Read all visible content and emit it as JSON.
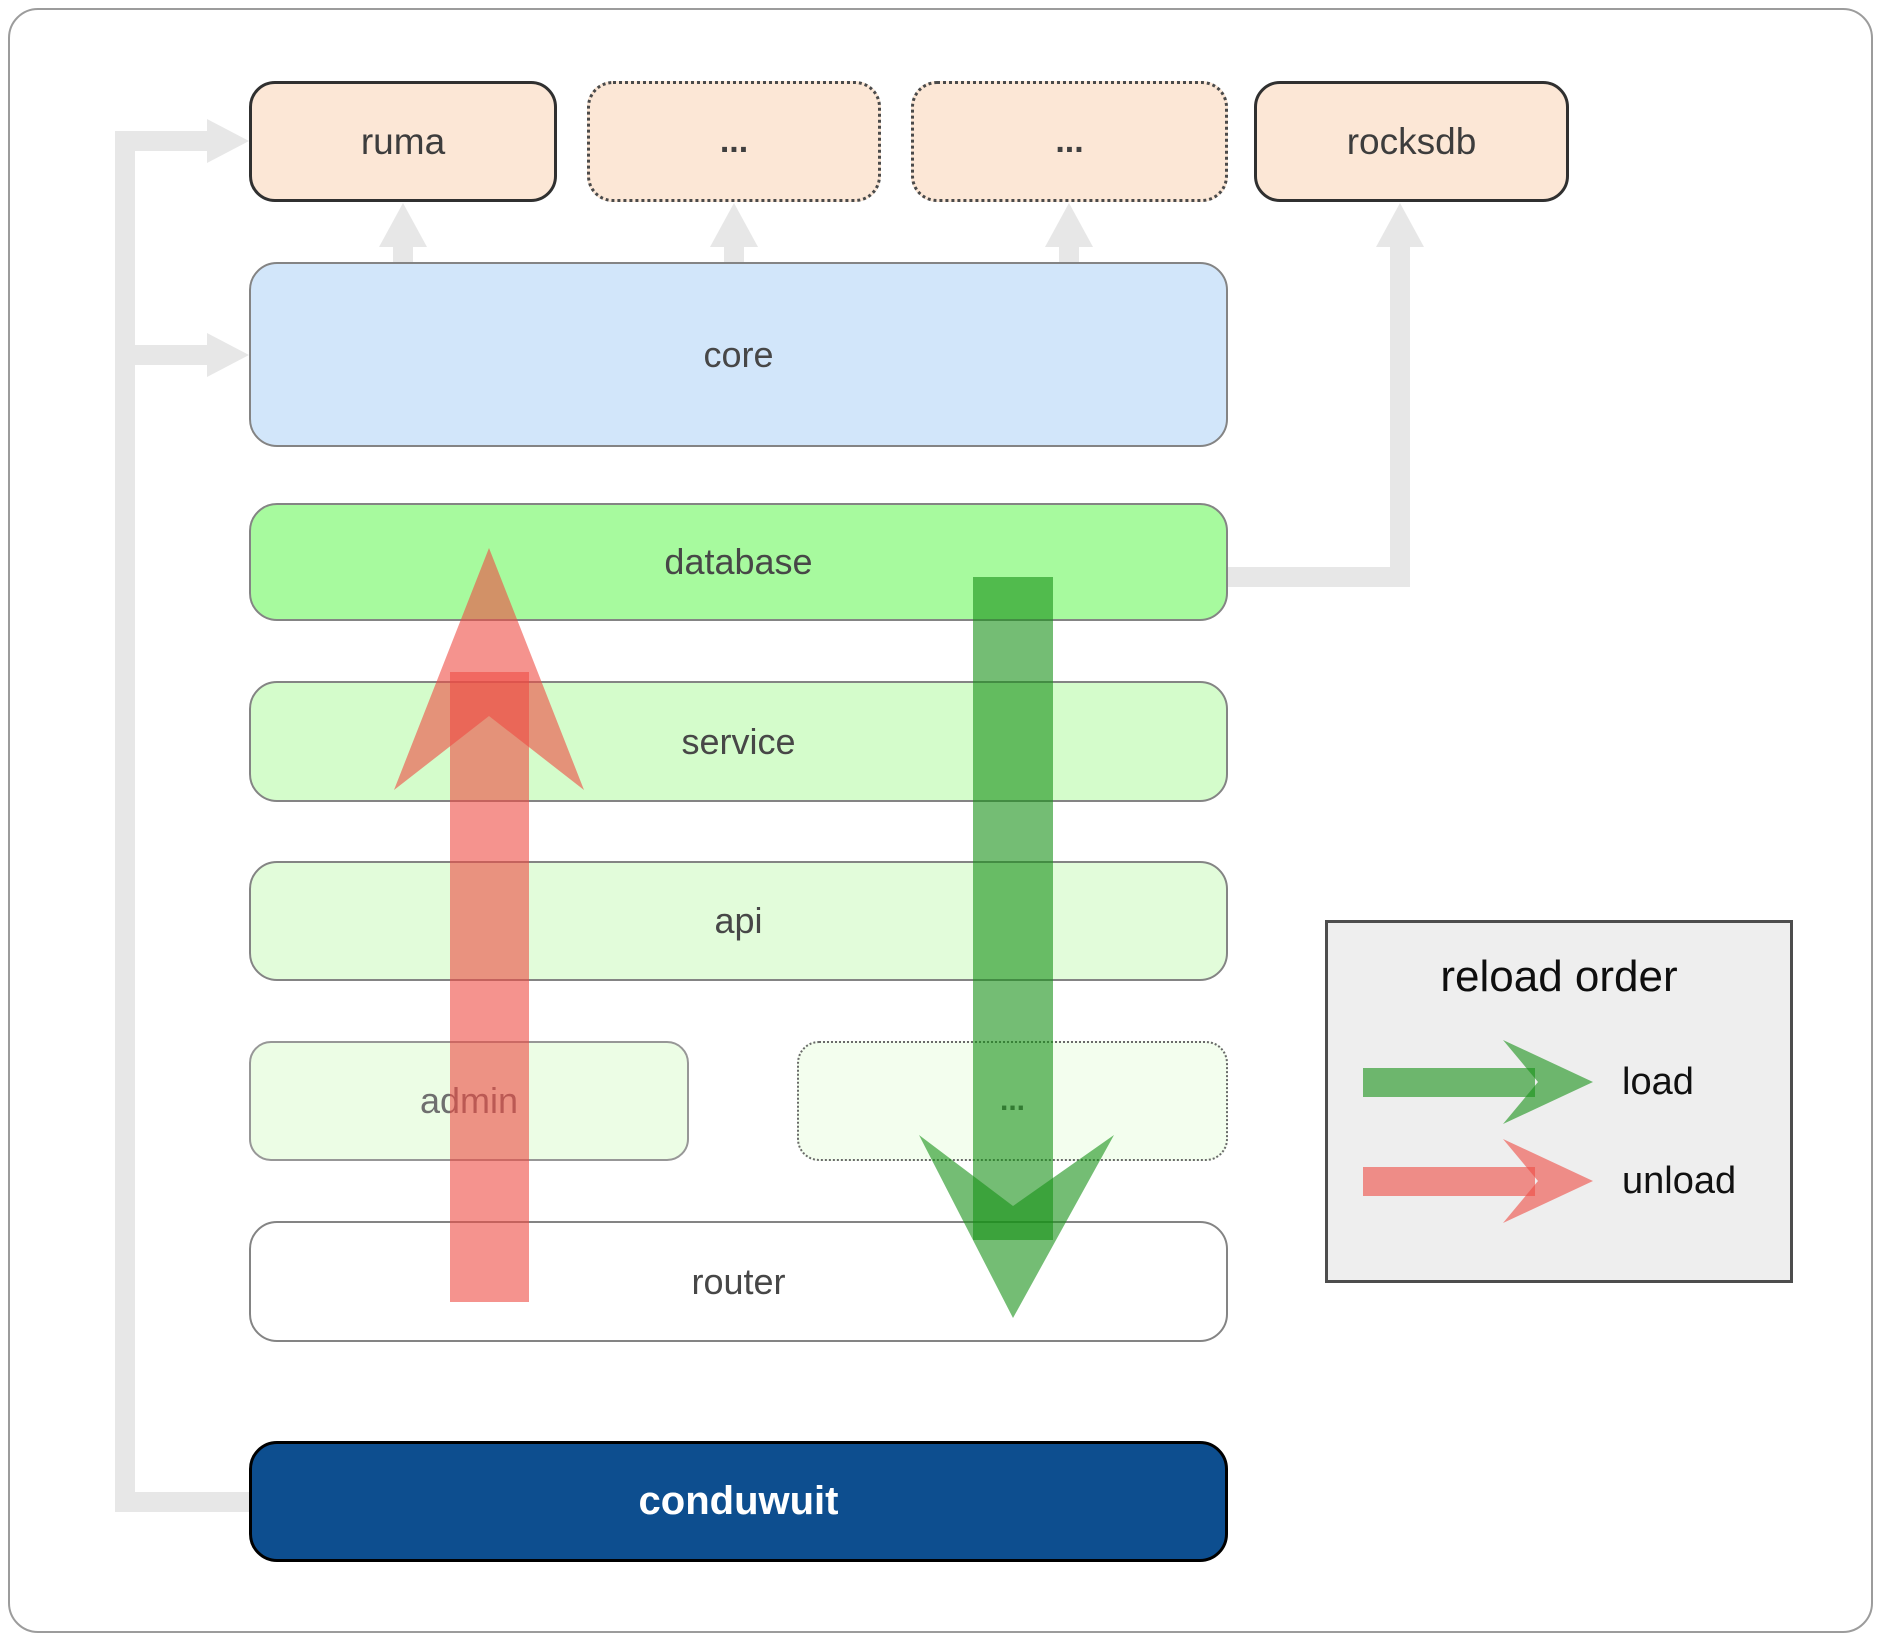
{
  "nodes": {
    "ruma": {
      "label": "ruma"
    },
    "deps_more_1": {
      "label": "..."
    },
    "deps_more_2": {
      "label": "..."
    },
    "rocksdb": {
      "label": "rocksdb"
    },
    "core": {
      "label": "core"
    },
    "database": {
      "label": "database"
    },
    "service": {
      "label": "service"
    },
    "api": {
      "label": "api"
    },
    "admin": {
      "label": "admin"
    },
    "admin_more": {
      "label": "..."
    },
    "router": {
      "label": "router"
    },
    "conduwuit": {
      "label": "conduwuit"
    }
  },
  "legend": {
    "title": "reload order",
    "items": [
      {
        "label": "load"
      },
      {
        "label": "unload"
      }
    ]
  },
  "colors": {
    "load_arrow": "#179117",
    "unload_arrow": "#ef4b42",
    "connector": "#e7e7e7",
    "dependency_fill": "#fce7d6",
    "core_fill": "#d2e6fa",
    "database_fill": "#a7fa9e",
    "service_fill": "#d4fccb",
    "api_fill": "#e2fcda",
    "admin_fill": "#ecfde5",
    "router_fill": "#ffffff",
    "conduwuit_fill": "#0d4e8f",
    "legend_bg": "#eeeeee"
  }
}
